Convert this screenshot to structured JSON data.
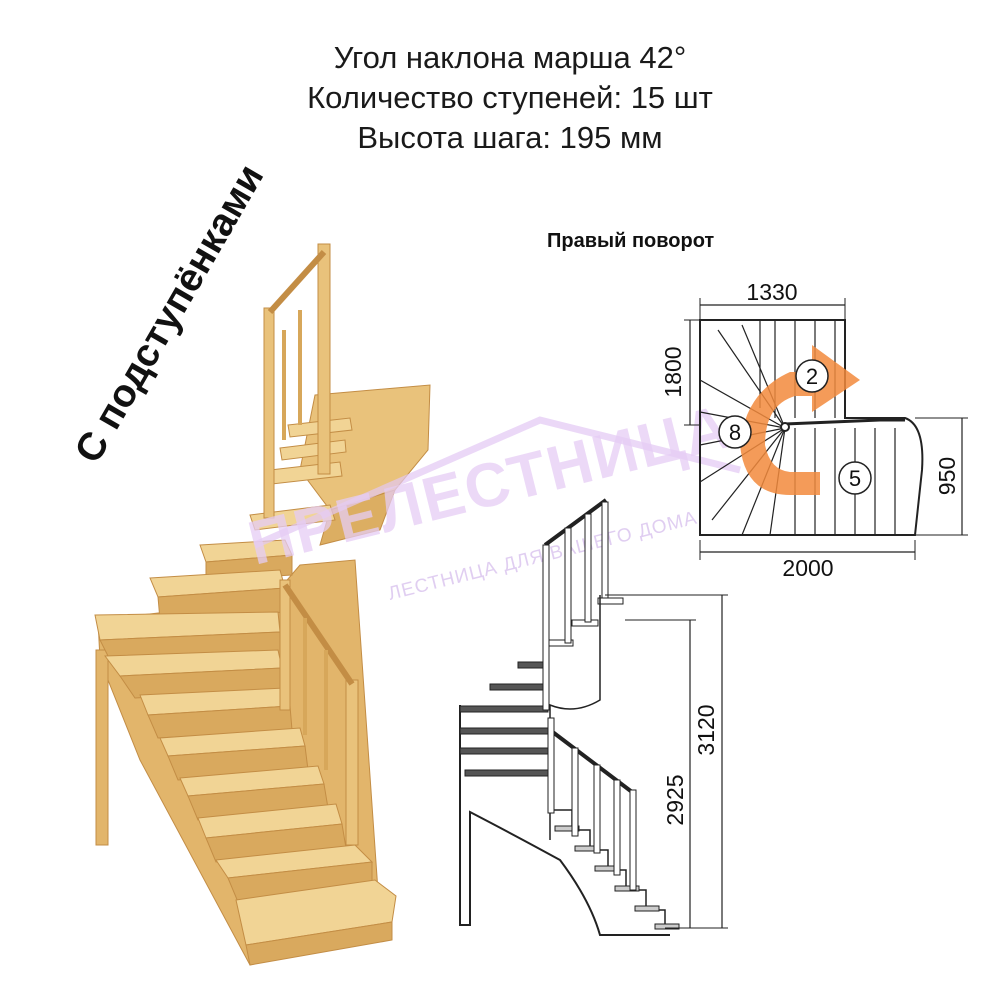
{
  "specs": {
    "line1": "Угол наклона марша 42°",
    "line2": "Количество ступеней: 15 шт",
    "line3": "Высота шага: 195 мм"
  },
  "side_label": "С подступёнками",
  "plan": {
    "title": "Правый поворот",
    "dim_top": "1330",
    "dim_left": "1800",
    "dim_right": "950",
    "dim_bottom": "2000",
    "step_labels": [
      "2",
      "8",
      "5"
    ],
    "arrow_color": "#f28a3c"
  },
  "elevation": {
    "dim_total": "3120",
    "dim_floor": "2925"
  },
  "watermark": {
    "brand": "ПРЕЛЕСТНИЦА",
    "tagline": "ЛЕСТНИЦА ДЛЯ ВАШЕГО ДОМА",
    "color": "#e3c8f3"
  },
  "colors": {
    "wood": "#eccb86",
    "wood_dark": "#d7a75a",
    "wood_edge": "#c38d45",
    "line": "#222222"
  }
}
